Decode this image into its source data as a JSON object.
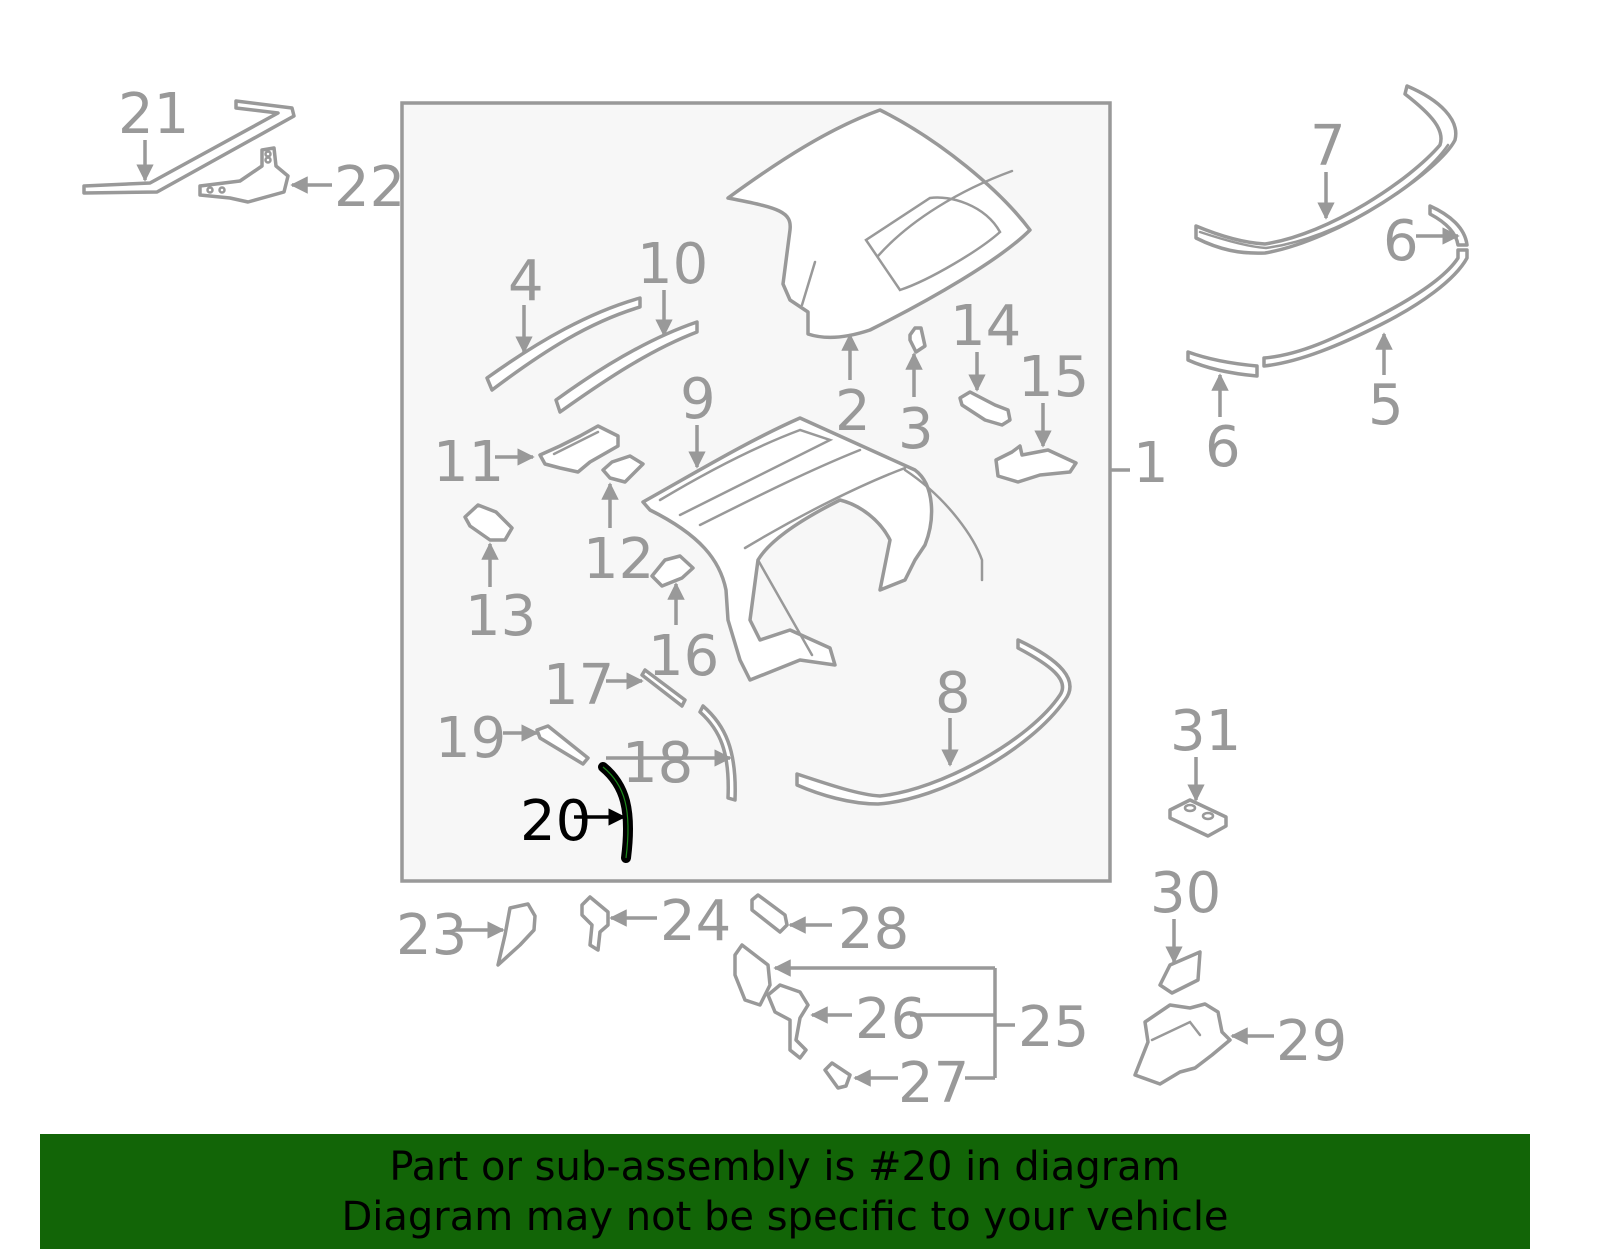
{
  "diagram": {
    "highlighted_part": "20",
    "assembly_box": {
      "fill": "#f7f7f7",
      "stroke": "#999999"
    },
    "callouts": {
      "c1": "1",
      "c2": "2",
      "c3": "3",
      "c4": "4",
      "c5": "5",
      "c6a": "6",
      "c6b": "6",
      "c7": "7",
      "c8": "8",
      "c9": "9",
      "c10": "10",
      "c11": "11",
      "c12a": "12",
      "c12b": "12",
      "c13": "13",
      "c14": "14",
      "c15": "15",
      "c16": "16",
      "c17": "17",
      "c18": "18",
      "c19": "19",
      "c20": "20",
      "c21": "21",
      "c22": "22",
      "c23": "23",
      "c24": "24",
      "c25": "25",
      "c26": "26",
      "c27": "27",
      "c28": "28",
      "c29": "29",
      "c30": "30",
      "c31": "31"
    },
    "colors": {
      "line": "#999999",
      "highlight": "#000000",
      "highlight_accent": "#1a8a1a"
    }
  },
  "banner": {
    "line1": "Part or sub-assembly is #20 in diagram",
    "line2": "Diagram may not be specific to your vehicle",
    "background": "#126507"
  }
}
